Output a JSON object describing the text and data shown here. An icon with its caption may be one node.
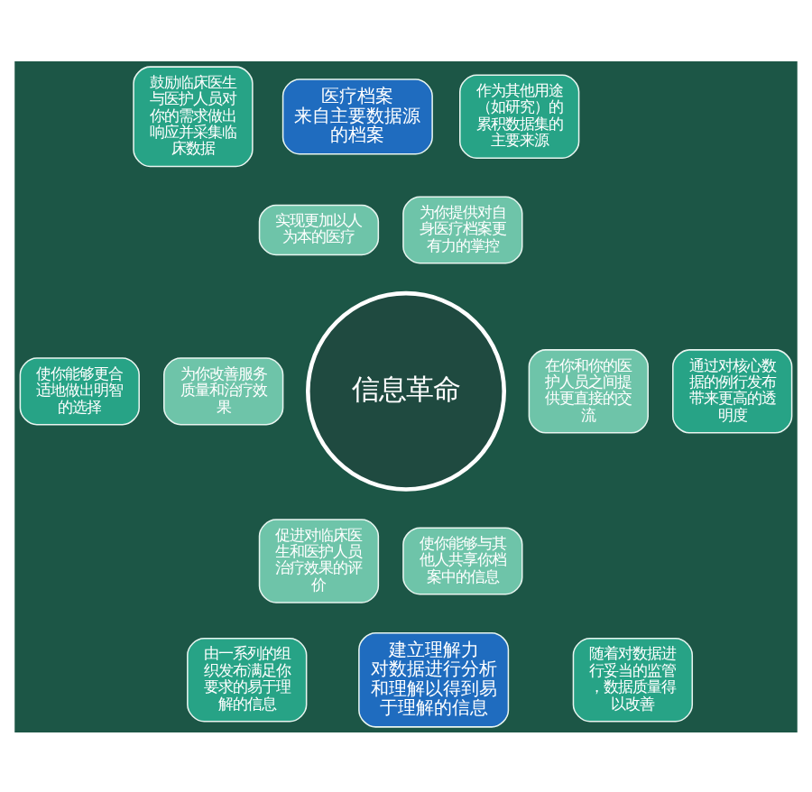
{
  "diagram": {
    "nodes": [
      {
        "text": [
          "鼓励临床医生与医护人员对你的需求做出响应并采集临床数据"
        ]
      },
      {
        "text": [
          "医疗档案",
          "来自主要数据源的档案"
        ]
      },
      {
        "text": [
          "作为其他用途（如研究）的累积数据集的主要来源"
        ]
      },
      {
        "text": [
          "实现更加以人为本的医疗"
        ]
      },
      {
        "text": [
          "为你提供对自身医疗档案更有力的掌控"
        ]
      },
      {
        "text": [
          "使你能够更合适地做出明智的选择"
        ]
      },
      {
        "text": [
          "为你改善服务质量和治疗效果"
        ]
      },
      {
        "text": [
          "信息革命"
        ]
      },
      {
        "text": [
          "在你和你的医护人员之间提供更直接的交流"
        ]
      },
      {
        "text": [
          "通过对核心数据的例行发布带来更高的透明度"
        ]
      },
      {
        "text": [
          "促进对临床医生和医护人员治疗效果的评价"
        ]
      },
      {
        "text": [
          "使你能够与其他人共享你档案中的信息"
        ]
      },
      {
        "text": [
          "由一系列的组织发布满足你要求的易于理解的信息"
        ]
      },
      {
        "text": [
          "建立理解力",
          "对数据进行分析和理解以得到易于理解的信息"
        ]
      },
      {
        "text": [
          "随着对数据进行妥当的监管，数据质量得以改善"
        ]
      }
    ]
  }
}
